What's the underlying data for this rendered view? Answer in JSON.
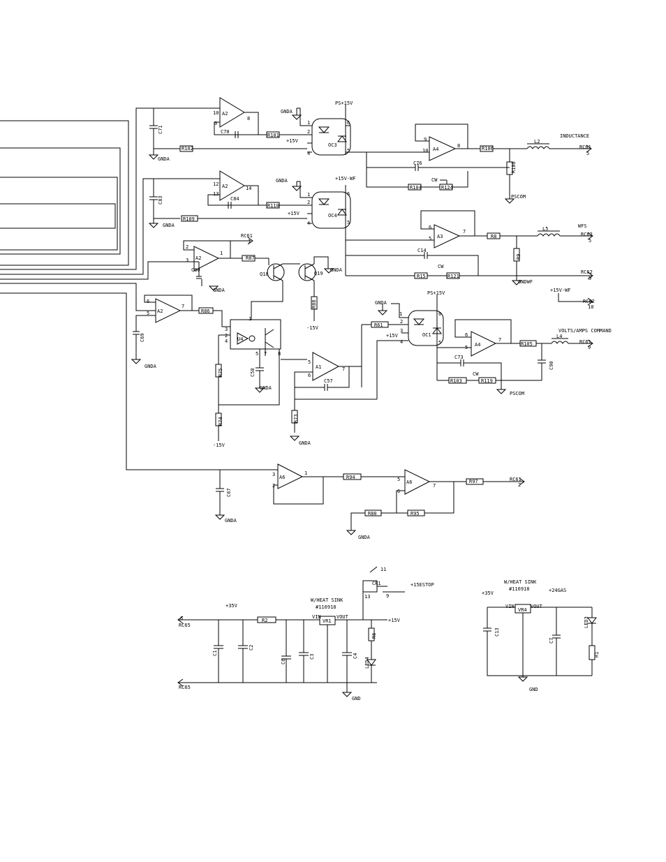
{
  "labels": {
    "ps15v_top": "PS+15V",
    "gnda_1": "GNDA",
    "pin1_oc3": "1",
    "pin2_oc3": "2",
    "pin6_oc3": "6",
    "pin4_oc3": "4",
    "pin5_oc3": "5",
    "p15v_oc3": "+15V",
    "oc3": "OC3",
    "a2_top": "A2",
    "pin10": "10",
    "pin9": "9",
    "pin8": "8",
    "c71": "C71",
    "c70": "C70",
    "r101": "R101",
    "r102": "R102",
    "gnda_2": "GNDA",
    "a4_top": "A4",
    "pin9b": "9",
    "pin10b": "10",
    "pin8b": "8",
    "r106": "R106",
    "l2": "L2",
    "inductance": "INDUCTANCE",
    "rc61_a": "RC61",
    "rc61_a_pin": "5",
    "c76": "C76",
    "r108": "R108",
    "cw_1": "CW",
    "r104": "R104",
    "r124": "R124",
    "pscom_1": "PSCOM",
    "gnda_3": "GNDA",
    "p15vwf_1": "+15V-WF",
    "a2_mid": "A2",
    "pin12": "12",
    "pin13": "13",
    "pin14": "14",
    "c83": "C83",
    "c84": "C84",
    "r110": "R110",
    "r109": "R109",
    "gnda_4": "GNDA",
    "p15v_oc4": "+15V",
    "oc4": "OC4",
    "pin1_oc4": "1",
    "pin2_oc4": "2",
    "pin6_oc4": "6",
    "pin4_oc4": "4",
    "pin5_oc4": "5",
    "a3": "A3",
    "pin6a3": "6",
    "pin5a3": "5",
    "pin7a3": "7",
    "r8": "R8",
    "l5": "L5",
    "wfs": "WFS",
    "rc62_a": "RC62",
    "rc62_a_pin": "5",
    "c14": "C14",
    "r9": "R9",
    "cw_2": "CW",
    "r15": "R15",
    "r121": "R121",
    "rc62_b": "RC62",
    "rc62_b_pin": "9",
    "gndwf": "GNDWF",
    "p15vwf_2": "+15V-WF",
    "rc62_c": "RC62",
    "rc62_c_pin": "10",
    "a2_low": "A2",
    "pin2a": "2",
    "pin3a": "3",
    "pin1a": "1",
    "c80": "C80",
    "gnda_5": "GNDA",
    "rc61_b": "RC61",
    "rc61_b_pin": "1",
    "r87": "R87",
    "q18": "Q18",
    "q19": "Q19",
    "gnda_6": "GNDA",
    "r88": "R88",
    "m15v_1": "-15V",
    "a2_bot": "A2",
    "pin6c": "6",
    "pin5c": "5",
    "pin7c": "7",
    "r86": "R86",
    "c69": "C69",
    "gnda_7": "GNDA",
    "u4": "U4",
    "pin1u": "1",
    "pin3u": "3",
    "pin2u": "2",
    "pin4u": "4",
    "pin5u": "5",
    "pin7u": "7",
    "pin8u": "8",
    "r75": "R75",
    "c58": "C58",
    "gnda_8": "GNDA",
    "r74": "R74",
    "m15v_2": "-15V",
    "a1": "A1",
    "pin5a1": "5",
    "pin6a1": "6",
    "pin7a1": "7",
    "c57": "C57",
    "r73": "R73",
    "gnda_9": "GNDA",
    "gnda_10": "GNDA",
    "r61": "R61",
    "p15v_oc1": "+15V",
    "oc1": "OC1",
    "ps15v_2": "PS+15V",
    "pin1_oc1": "1",
    "pin2_oc1": "2",
    "pin3_oc1": "3",
    "pin4_oc1": "4",
    "pin6_oc1": "6",
    "pin5_oc1": "5",
    "a4_bot": "A4",
    "pin6d": "6",
    "pin5d": "5",
    "pin7d": "7",
    "r105": "R105",
    "l4": "L4",
    "volts_amps": "VOLTS/AMPS COMMAND",
    "rc61_c": "RC61",
    "rc61_c_pin": "9",
    "c73": "C73",
    "c90": "C90",
    "cw_3": "CW",
    "r103": "R103",
    "r119": "R119",
    "pscom_2": "PSCOM",
    "a6_l": "A6",
    "pin3e": "3",
    "pin2e": "2",
    "pin1e": "1",
    "c67": "C67",
    "gnda_11": "GNDA",
    "r94": "R94",
    "a6_r": "A6",
    "pin5f": "5",
    "pin6f": "6",
    "pin7f": "7",
    "r97": "R97",
    "rc61_d": "RC61",
    "rc61_d_pin": "2",
    "r80": "R80",
    "r95": "R95",
    "gnda_12": "GNDA",
    "rc65_a": "RC65",
    "rc65_a_pin": "6",
    "rc65_b": "RC65",
    "p35v_1": "+35V",
    "r2": "R2",
    "heat_sink_1": "W/HEAT SINK",
    "part_1": "#116918",
    "vin_1": "VIN",
    "vr1": "VR1",
    "vout_1": "VOUT",
    "p15v_reg": "+15V",
    "c1": "C1",
    "c2": "C2",
    "c6": "C6",
    "c3": "C3",
    "c4": "C4",
    "r6": "R6",
    "led4": "LED4",
    "gnd_1": "GND",
    "cr1": "CR1",
    "pin11": "11",
    "pin13cr": "13",
    "pin9cr": "9",
    "estop": "+15ESTOP",
    "heat_sink_2": "W/HEAT SINK",
    "part_2": "#116918",
    "p35v_2": "+35V",
    "p24gas": "+24GAS",
    "vin_2": "VIN",
    "vr4": "VR4",
    "vout_2": "VOUT",
    "c13": "C13",
    "c7": "C7",
    "led3": "LED3",
    "r1": "R1",
    "gnd_2": "GND"
  }
}
